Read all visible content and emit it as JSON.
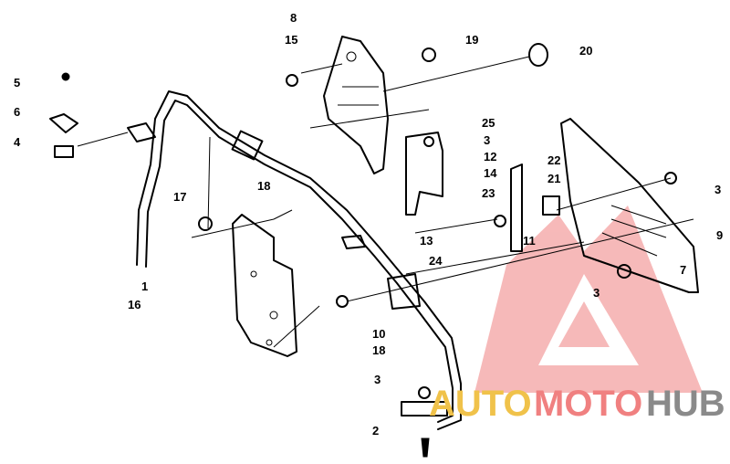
{
  "diagram": {
    "callouts": [
      "1",
      "2",
      "3",
      "4",
      "5",
      "6",
      "7",
      "8",
      "9",
      "10",
      "11",
      "12",
      "13",
      "14",
      "15",
      "16",
      "17",
      "18",
      "19",
      "20",
      "21",
      "22",
      "23",
      "24",
      "25"
    ],
    "extra_callouts": [
      "3",
      "3",
      "3",
      "18"
    ]
  },
  "watermark": {
    "part1": "AUTO",
    "part2": "MOTO",
    "part3": "HUB",
    "colors": {
      "yellow": "#f0c24a",
      "red": "#f08080",
      "gray": "#8a8a8a"
    }
  }
}
